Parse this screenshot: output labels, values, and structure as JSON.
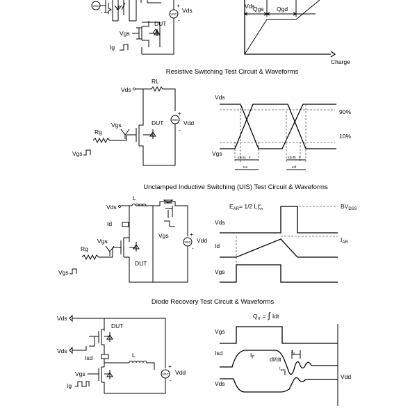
{
  "gate_charge": {
    "left_labels": {
      "vds": "Vds",
      "vgs": "Vgs",
      "dut": "DUT",
      "ig": "Ig",
      "plus": "+",
      "minus": "-",
      "source_icon": "VDC"
    },
    "waveform": {
      "qgs": "Qgs",
      "qgd": "Qgd",
      "vds": "Vds",
      "charge": "Charge"
    }
  },
  "resistive": {
    "title": "Resistive Switching Test Circuit & Waveforms",
    "circuit": {
      "vds": "Vds",
      "rl": "RL",
      "vgs": "Vgs",
      "dut": "DUT",
      "rg": "Rg",
      "vdd": "Vdd",
      "vgs_pulse": "Vgs",
      "plus": "+",
      "minus": "-",
      "source_icon": "VDC"
    },
    "waveform": {
      "vds": "Vds",
      "vgs": "Vgs",
      "p90": "90%",
      "p10": "10%",
      "tdon": "td(on)",
      "tr": "tr",
      "tdoff": "td(off)",
      "tf": "tf",
      "ton": "ton",
      "toff": "toff"
    }
  },
  "uis": {
    "title": "Unclamped Inductive Switching (UIS) Test Circuit & Waveforms",
    "circuit": {
      "vds": "Vds",
      "l": "L",
      "id": "Id",
      "vgs": "Vgs",
      "rg": "Rg",
      "dut": "DUT",
      "vgs_pulse": "Vgs",
      "vgs_driver": "Vgs",
      "vdd": "Vdd",
      "plus": "+",
      "minus": "-",
      "source_icon": "VDC"
    },
    "waveform": {
      "ear_prefix": "E",
      "ear_sub": "AR",
      "ear_mid": "= 1/2 LI",
      "ear_sup": "2",
      "ear_sub2": "AR",
      "bv_main": "BV",
      "bv_sub": "DSS",
      "vds": "Vds",
      "id": "Id",
      "iar_main": "I",
      "iar_sub": "AR",
      "vgs": "Vgs"
    }
  },
  "diode": {
    "title": "Diode Recovery Test Circuit & Waveforms",
    "circuit": {
      "vds_top": "Vds",
      "dut": "DUT",
      "vds_mid": "Vds",
      "isd": "Isd",
      "l": "L",
      "vgs": "Vgs",
      "vdd": "Vdd",
      "ig": "Ig",
      "plus": "+",
      "minus": "-",
      "source_icon": "VDC"
    },
    "waveform": {
      "qrr_main": "Q",
      "qrr_sub": "rr",
      "qrr_eq": "=",
      "qrr_int": "∫",
      "qrr_rest": "Idt",
      "vgs": "Vgs",
      "isd": "Isd",
      "if_main": "I",
      "if_sub": "F",
      "didt": "dI/dt",
      "trr_main": "t",
      "trr_sub": "rr",
      "irm_main": "I",
      "irm_sub": "RM",
      "vds": "Vds",
      "vdd": "Vdd"
    }
  }
}
